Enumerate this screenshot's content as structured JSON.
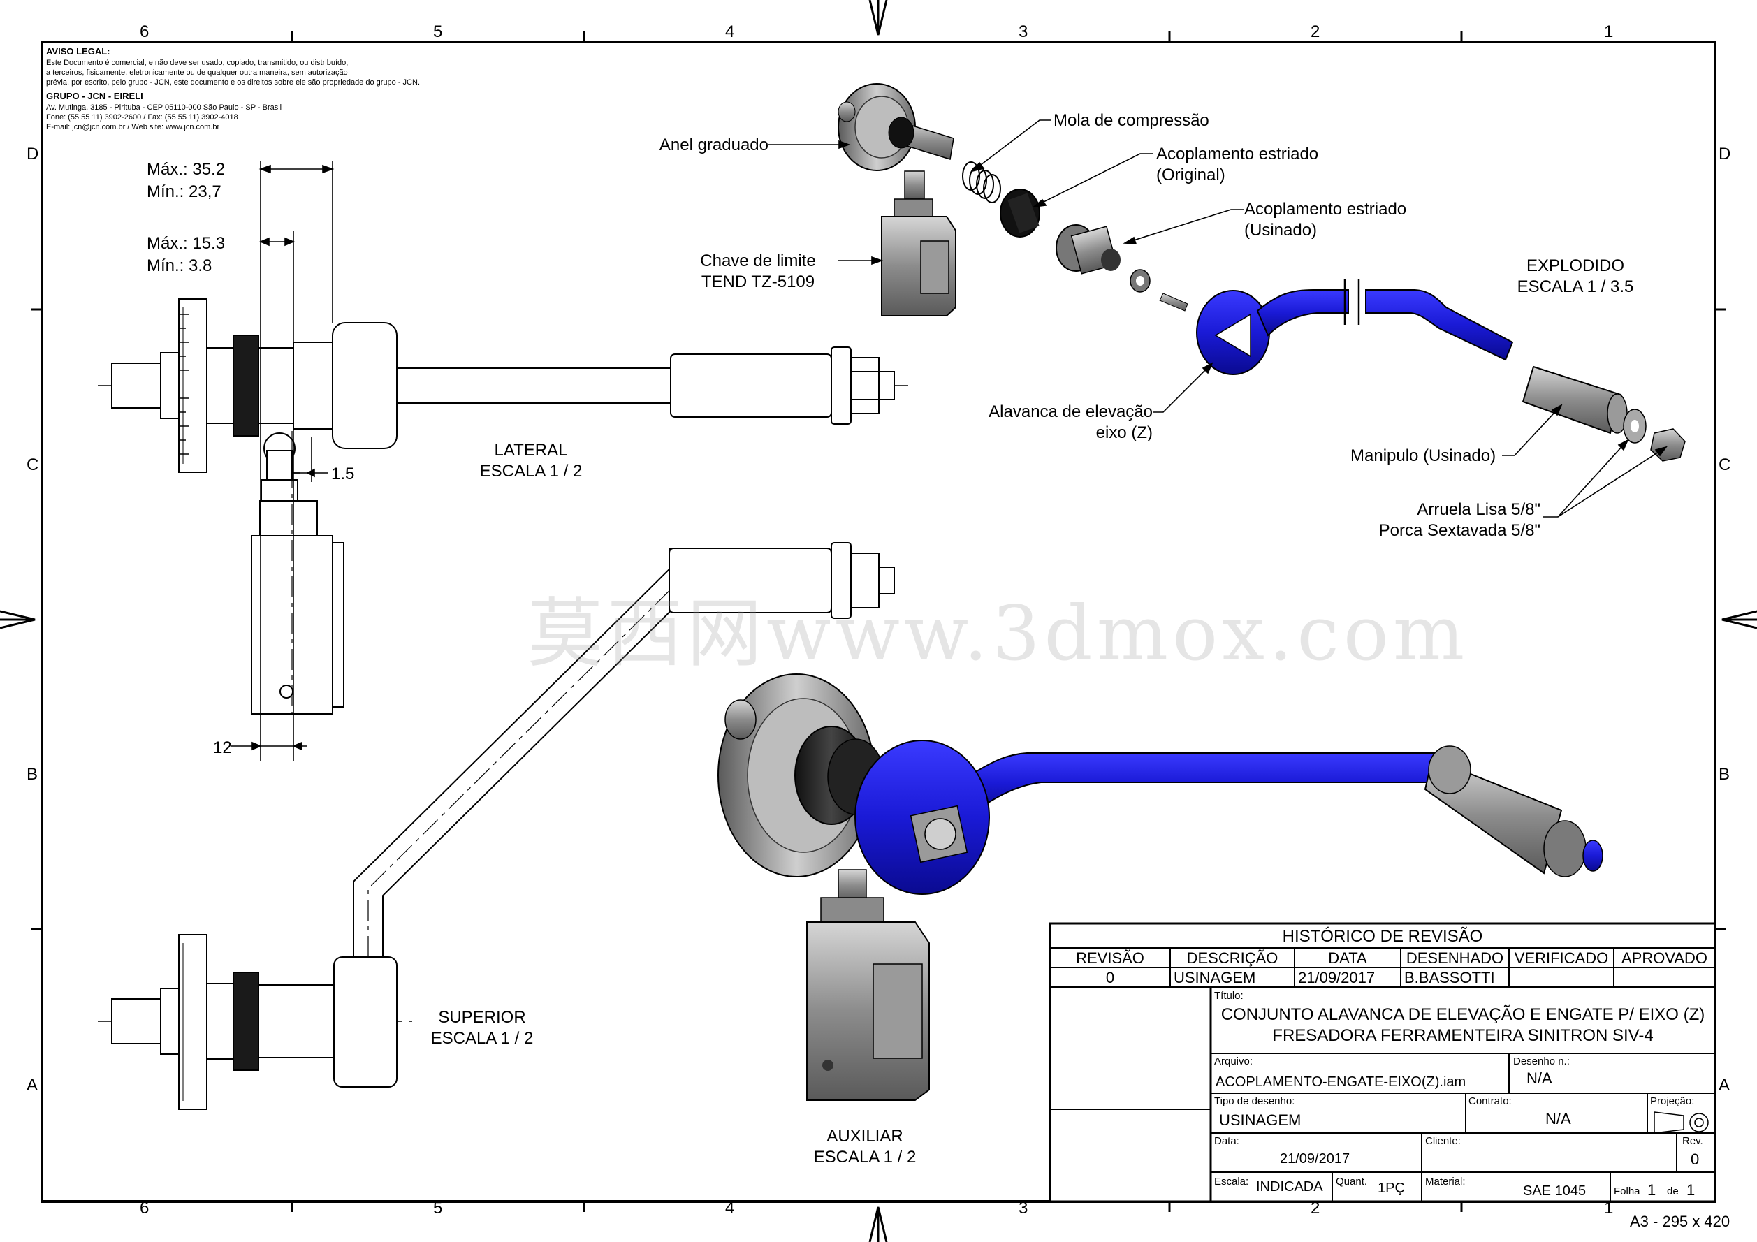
{
  "legal": {
    "title": "AVISO LEGAL:",
    "lines": [
      "Este Documento é comercial, e não deve ser usado, copiado, transmitido, ou distribuído,",
      "a terceiros, fisicamente, eletronicamente ou de qualquer outra maneira, sem autorização",
      "prévia, por escrito, pelo grupo - JCN, este documento e os direitos sobre ele são propriedade do grupo - JCN."
    ],
    "company": "GRUPO - JCN - EIRELI",
    "address": [
      "Av. Mutinga, 3185 - Pirituba - CEP 05110-000 São Paulo - SP - Brasil",
      "Fone: (55 55 11) 3902-2600 / Fax: (55 55 11) 3902-4018",
      "E-mail: jcn@jcn.com.br / Web site: www.jcn.com.br"
    ]
  },
  "zones": {
    "columns": [
      "6",
      "5",
      "4",
      "3",
      "2",
      "1"
    ],
    "rows": [
      "D",
      "C",
      "B",
      "A"
    ]
  },
  "dimensions": {
    "max1": "Máx.: 35.2",
    "min1": "Mín.: 23,7",
    "max2": "Máx.: 15.3",
    "min2": "Mín.: 3.8",
    "d15": "1.5",
    "d12": "12"
  },
  "views": {
    "lateral": [
      "LATERAL",
      "ESCALA 1 / 2"
    ],
    "superior": [
      "SUPERIOR",
      "ESCALA 1 / 2"
    ],
    "auxiliar": [
      "AUXILIAR",
      "ESCALA 1 / 2"
    ],
    "explodido": [
      "EXPLODIDO",
      "ESCALA 1 / 3.5"
    ]
  },
  "callouts": {
    "anel": "Anel graduado",
    "mola": "Mola de compressão",
    "acop_orig_1": "Acoplamento estriado",
    "acop_orig_2": "(Original)",
    "acop_usin_1": "Acoplamento estriado",
    "acop_usin_2": "(Usinado)",
    "chave_1": "Chave de limite",
    "chave_2": "TEND TZ-5109",
    "alavanca_1": "Alavanca de elevação",
    "alavanca_2": "eixo (Z)",
    "manipulo": "Manipulo (Usinado)",
    "arruela": "Arruela Lisa 5/8\"",
    "porca": "Porca Sextavada 5/8\""
  },
  "watermark": "莫西网www.3dmox.com",
  "revision": {
    "header": "HISTÓRICO DE REVISÃO",
    "columns": [
      "REVISÃO",
      "DESCRIÇÃO",
      "DATA",
      "DESENHADO",
      "VERIFICADO",
      "APROVADO"
    ],
    "row": [
      "0",
      "USINAGEM",
      "21/09/2017",
      "B.BASSOTTI",
      "",
      ""
    ]
  },
  "title_block": {
    "titulo_label": "Título:",
    "titulo_1": "CONJUNTO ALAVANCA DE ELEVAÇÃO E ENGATE P/ EIXO (Z)",
    "titulo_2": "FRESADORA FERRAMENTEIRA SINITRON SIV-4",
    "arquivo_label": "Arquivo:",
    "arquivo": "ACOPLAMENTO-ENGATE-EIXO(Z).iam",
    "desenho_label": "Desenho n.:",
    "desenho": "N/A",
    "tipo_label": "Tipo de desenho:",
    "tipo": "USINAGEM",
    "contrato_label": "Contrato:",
    "contrato": "N/A",
    "projecao_label": "Projeção:",
    "data_label": "Data:",
    "data": "21/09/2017",
    "cliente_label": "Cliente:",
    "rev_label": "Rev.",
    "rev": "0",
    "escala_label": "Escala:",
    "escala": "INDICADA",
    "quant_label": "Quant.",
    "quant": "1PÇ",
    "material_label": "Material:",
    "material": "SAE 1045",
    "folha_label": "Folha",
    "folha": "1",
    "de_label": "de",
    "de": "1"
  },
  "sheet_size": "A3 - 295 x 420",
  "colors": {
    "blue_part": "#1a1ad6",
    "grey_part": "#8a8a8a",
    "line": "#000000"
  }
}
